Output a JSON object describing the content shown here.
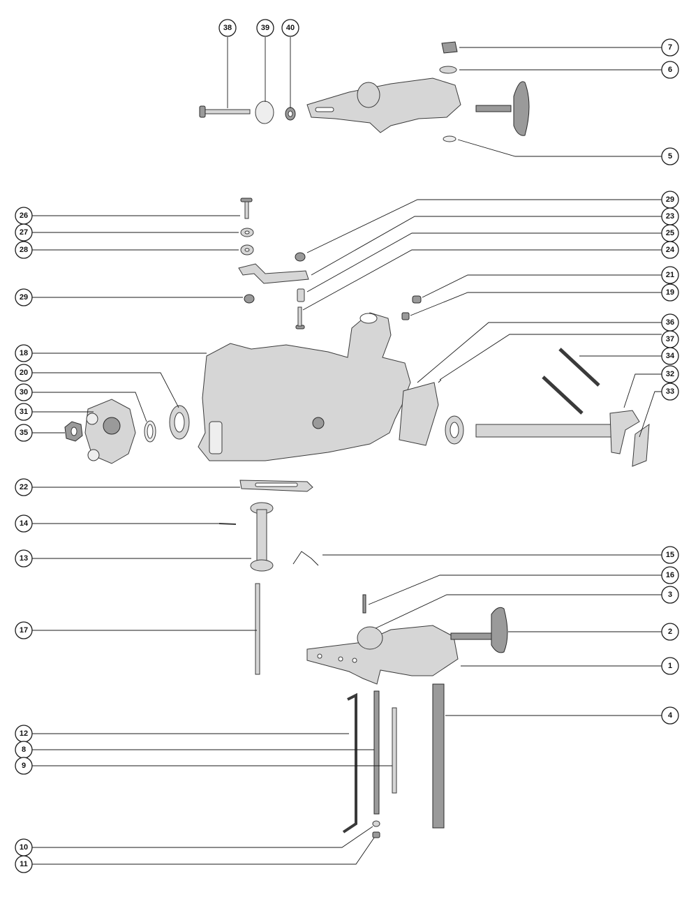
{
  "callouts": {
    "c38": "38",
    "c39": "39",
    "c40": "40",
    "c7": "7",
    "c6": "6",
    "c5": "5",
    "c26": "26",
    "c27": "27",
    "c28": "28",
    "c29a": "29",
    "c29b": "29",
    "c23": "23",
    "c25": "25",
    "c24": "24",
    "c21": "21",
    "c19": "19",
    "c18": "18",
    "c20": "20",
    "c30": "30",
    "c31": "31",
    "c35": "35",
    "c36": "36",
    "c37": "37",
    "c34": "34",
    "c32": "32",
    "c33": "33",
    "c22": "22",
    "c14": "14",
    "c13": "13",
    "c15": "15",
    "c16": "16",
    "c3": "3",
    "c17": "17",
    "c2": "2",
    "c1": "1",
    "c4": "4",
    "c12": "12",
    "c8": "8",
    "c9": "9",
    "c10": "10",
    "c11": "11"
  }
}
